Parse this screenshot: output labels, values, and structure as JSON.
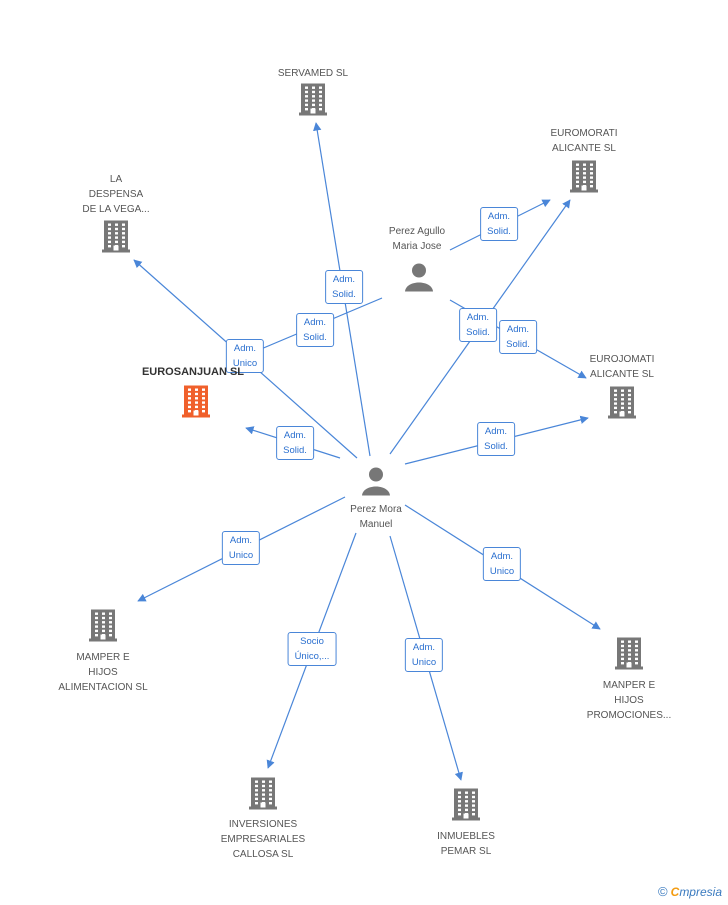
{
  "colors": {
    "edge": "#4a86d8",
    "building": "#777777",
    "building_main": "#f0602b",
    "person": "#777777"
  },
  "companies": [
    {
      "id": "servamed",
      "label": "SERVAMED SL",
      "icon": "building-icon"
    },
    {
      "id": "euromorati",
      "label": "EUROMORATI\nALICANTE  SL",
      "icon": "building-icon"
    },
    {
      "id": "ladespensa",
      "label": "LA\nDESPENSA\nDE LA VEGA...",
      "icon": "building-icon"
    },
    {
      "id": "eurosanjuan",
      "label": "EUROSANJUAN SL",
      "icon": "building-icon",
      "main": true
    },
    {
      "id": "eurojomati",
      "label": "EUROJOMATI\nALICANTE  SL",
      "icon": "building-icon"
    },
    {
      "id": "mamperhijos",
      "label": "MAMPER E\nHIJOS\nALIMENTACION SL",
      "icon": "building-icon"
    },
    {
      "id": "manperpromo",
      "label": "MANPER E\nHIJOS\nPROMOCIONES...",
      "icon": "building-icon"
    },
    {
      "id": "inversiones",
      "label": "INVERSIONES\nEMPRESARIALES\nCALLOSA  SL",
      "icon": "building-icon"
    },
    {
      "id": "inmuebles",
      "label": "INMUEBLES\nPEMAR  SL",
      "icon": "building-icon"
    }
  ],
  "persons": [
    {
      "id": "agullo",
      "label": "Perez Agullo\nMaria Jose",
      "icon": "person-icon"
    },
    {
      "id": "mora",
      "label": "Perez Mora\nManuel",
      "icon": "person-icon"
    }
  ],
  "edges": [
    {
      "from": "mora",
      "to": "servamed",
      "label": "Adm.\nSolid."
    },
    {
      "from": "agullo",
      "to": "eurosanjuan",
      "label": "Adm.\nSolid."
    },
    {
      "from": "mora",
      "to": "ladespensa",
      "label": "Adm.\nUnico"
    },
    {
      "from": "mora",
      "to": "eurosanjuan",
      "label": "Adm.\nSolid."
    },
    {
      "from": "agullo",
      "to": "euromorati",
      "label": "Adm.\nSolid."
    },
    {
      "from": "mora",
      "to": "euromorati",
      "label": "Adm.\nSolid."
    },
    {
      "from": "agullo",
      "to": "eurojomati",
      "label": "Adm.\nSolid."
    },
    {
      "from": "mora",
      "to": "eurojomati",
      "label": "Adm.\nSolid."
    },
    {
      "from": "mora",
      "to": "mamperhijos",
      "label": "Adm.\nUnico"
    },
    {
      "from": "mora",
      "to": "manperpromo",
      "label": "Adm.\nUnico"
    },
    {
      "from": "mora",
      "to": "inversiones",
      "label": "Socio\nÚnico,..."
    },
    {
      "from": "mora",
      "to": "inmuebles",
      "label": "Adm.\nUnico"
    }
  ],
  "footer": {
    "copyright": "©",
    "brand_first": "C",
    "brand_rest": "mpresia"
  }
}
